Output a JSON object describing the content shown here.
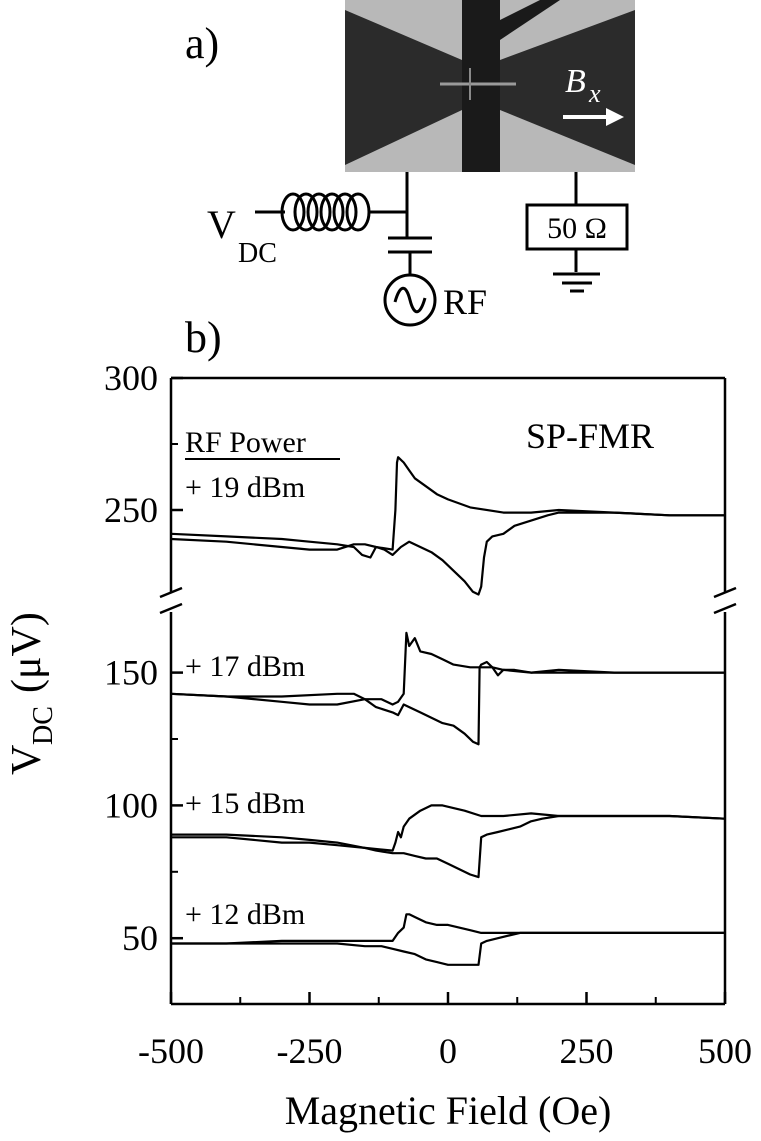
{
  "panel_a": {
    "label": "a)",
    "field_symbol": "B",
    "field_subscript": "x",
    "vdc_main": "V",
    "vdc_sub": "DC",
    "resistor_label": "50 Ω",
    "rf_label": "RF"
  },
  "panel_b": {
    "label": "b)"
  },
  "chart_data": {
    "type": "line",
    "title": "SP-FMR",
    "xlabel": "Magnetic Field  (Oe)",
    "ylabel_main": "V",
    "ylabel_sub": "DC",
    "ylabel_unit": "(μV)",
    "xlim": [
      -500,
      500
    ],
    "x_ticks": [
      "-500",
      "-250",
      "0",
      "250",
      "500"
    ],
    "y_ticks": [
      "300",
      "250",
      "150",
      "100",
      "50"
    ],
    "y_tick_values": [
      300,
      250,
      150,
      100,
      50
    ],
    "broken_axis": true,
    "ylim_lower": [
      25,
      165
    ],
    "ylim_upper": [
      220,
      300
    ],
    "legend_title": "RF Power",
    "series": [
      {
        "name": "+ 19 dBm",
        "branches": [
          {
            "x": [
              -500,
              -400,
              -300,
              -250,
              -200,
              -170,
              -150,
              -130,
              -100,
              -95,
              -92,
              -90,
              -80,
              -70,
              -60,
              -40,
              -20,
              0,
              40,
              100,
              150,
              200,
              300,
              400,
              500
            ],
            "y": [
              239,
              238,
              236,
              235,
              235,
              237,
              237,
              236,
              235,
              250,
              268,
              270,
              268,
              265,
              262,
              259,
              256,
              254,
              251,
              249,
              249,
              250,
              249,
              248,
              248
            ]
          },
          {
            "x": [
              -500,
              -400,
              -300,
              -250,
              -200,
              -170,
              -155,
              -140,
              -130,
              -115,
              -100,
              -85,
              -70,
              -50,
              -30,
              -10,
              10,
              30,
              45,
              55,
              60,
              65,
              70,
              80,
              100,
              120,
              150,
              180,
              200,
              250,
              300,
              400,
              500
            ],
            "y": [
              241,
              240,
              239,
              238,
              237,
              236,
              233,
              232,
              236,
              235,
              233,
              236,
              238,
              236,
              234,
              231,
              227,
              223,
              219,
              218,
              221,
              232,
              238,
              240,
              241,
              244,
              246,
              248,
              249,
              249,
              249,
              248,
              248
            ]
          }
        ]
      },
      {
        "name": "+ 17 dBm",
        "branches": [
          {
            "x": [
              -500,
              -400,
              -300,
              -250,
              -200,
              -150,
              -120,
              -100,
              -90,
              -80,
              -75,
              -70,
              -60,
              -50,
              -30,
              -10,
              10,
              40,
              80,
              100,
              150,
              200,
              300,
              400,
              500
            ],
            "y": [
              142,
              141,
              139,
              138,
              138,
              140,
              140,
              138,
              139,
              142,
              165,
              160,
              163,
              158,
              157,
              155,
              153,
              152,
              152,
              151,
              150,
              151,
              150,
              150,
              150
            ]
          },
          {
            "x": [
              -500,
              -400,
              -300,
              -200,
              -170,
              -150,
              -130,
              -100,
              -90,
              -80,
              -70,
              -50,
              -30,
              -10,
              10,
              30,
              45,
              55,
              57,
              60,
              70,
              80,
              90,
              100,
              120,
              150,
              200,
              300,
              400,
              500
            ],
            "y": [
              142,
              141,
              141,
              142,
              142,
              140,
              137,
              135,
              134,
              138,
              137,
              135,
              133,
              131,
              130,
              127,
              124,
              123,
              152,
              153,
              154,
              152,
              149,
              151,
              151,
              150,
              150,
              150,
              150,
              150
            ]
          }
        ]
      },
      {
        "name": "+ 15 dBm",
        "branches": [
          {
            "x": [
              -500,
              -400,
              -300,
              -250,
              -200,
              -150,
              -100,
              -95,
              -90,
              -85,
              -80,
              -70,
              -50,
              -30,
              -10,
              10,
              30,
              60,
              100,
              150,
              200,
              300,
              400,
              500
            ],
            "y": [
              88,
              88,
              86,
              86,
              85,
              84,
              83,
              86,
              90,
              88,
              92,
              95,
              98,
              100,
              100,
              99,
              98,
              96,
              96,
              97,
              96,
              96,
              96,
              95
            ]
          },
          {
            "x": [
              -500,
              -400,
              -300,
              -250,
              -200,
              -150,
              -130,
              -100,
              -80,
              -60,
              -40,
              -20,
              0,
              20,
              40,
              55,
              60,
              70,
              90,
              110,
              130,
              150,
              170,
              200,
              300,
              400,
              500
            ],
            "y": [
              89,
              89,
              88,
              87,
              86,
              84,
              83,
              82,
              82,
              81,
              80,
              80,
              78,
              76,
              74,
              73,
              88,
              89,
              90,
              91,
              92,
              94,
              95,
              96,
              96,
              96,
              95
            ]
          }
        ]
      },
      {
        "name": "+ 12 dBm",
        "branches": [
          {
            "x": [
              -500,
              -400,
              -300,
              -250,
              -200,
              -150,
              -120,
              -100,
              -90,
              -80,
              -75,
              -70,
              -60,
              -40,
              -20,
              0,
              20,
              40,
              60,
              100,
              150,
              200,
              250,
              300,
              400,
              500
            ],
            "y": [
              48,
              48,
              49,
              49,
              49,
              49,
              49,
              49,
              52,
              54,
              59,
              59,
              58,
              56,
              55,
              55,
              54,
              53,
              52,
              52,
              52,
              52,
              52,
              52,
              52,
              52
            ]
          },
          {
            "x": [
              -500,
              -400,
              -300,
              -250,
              -200,
              -150,
              -120,
              -100,
              -80,
              -60,
              -40,
              -20,
              0,
              20,
              40,
              55,
              60,
              70,
              90,
              110,
              130,
              150,
              200,
              250,
              300,
              400,
              500
            ],
            "y": [
              48,
              48,
              48,
              48,
              48,
              47,
              47,
              46,
              45,
              44,
              42,
              41,
              40,
              40,
              40,
              40,
              48,
              49,
              50,
              51,
              52,
              52,
              52,
              52,
              52,
              52,
              52
            ]
          }
        ]
      }
    ]
  }
}
